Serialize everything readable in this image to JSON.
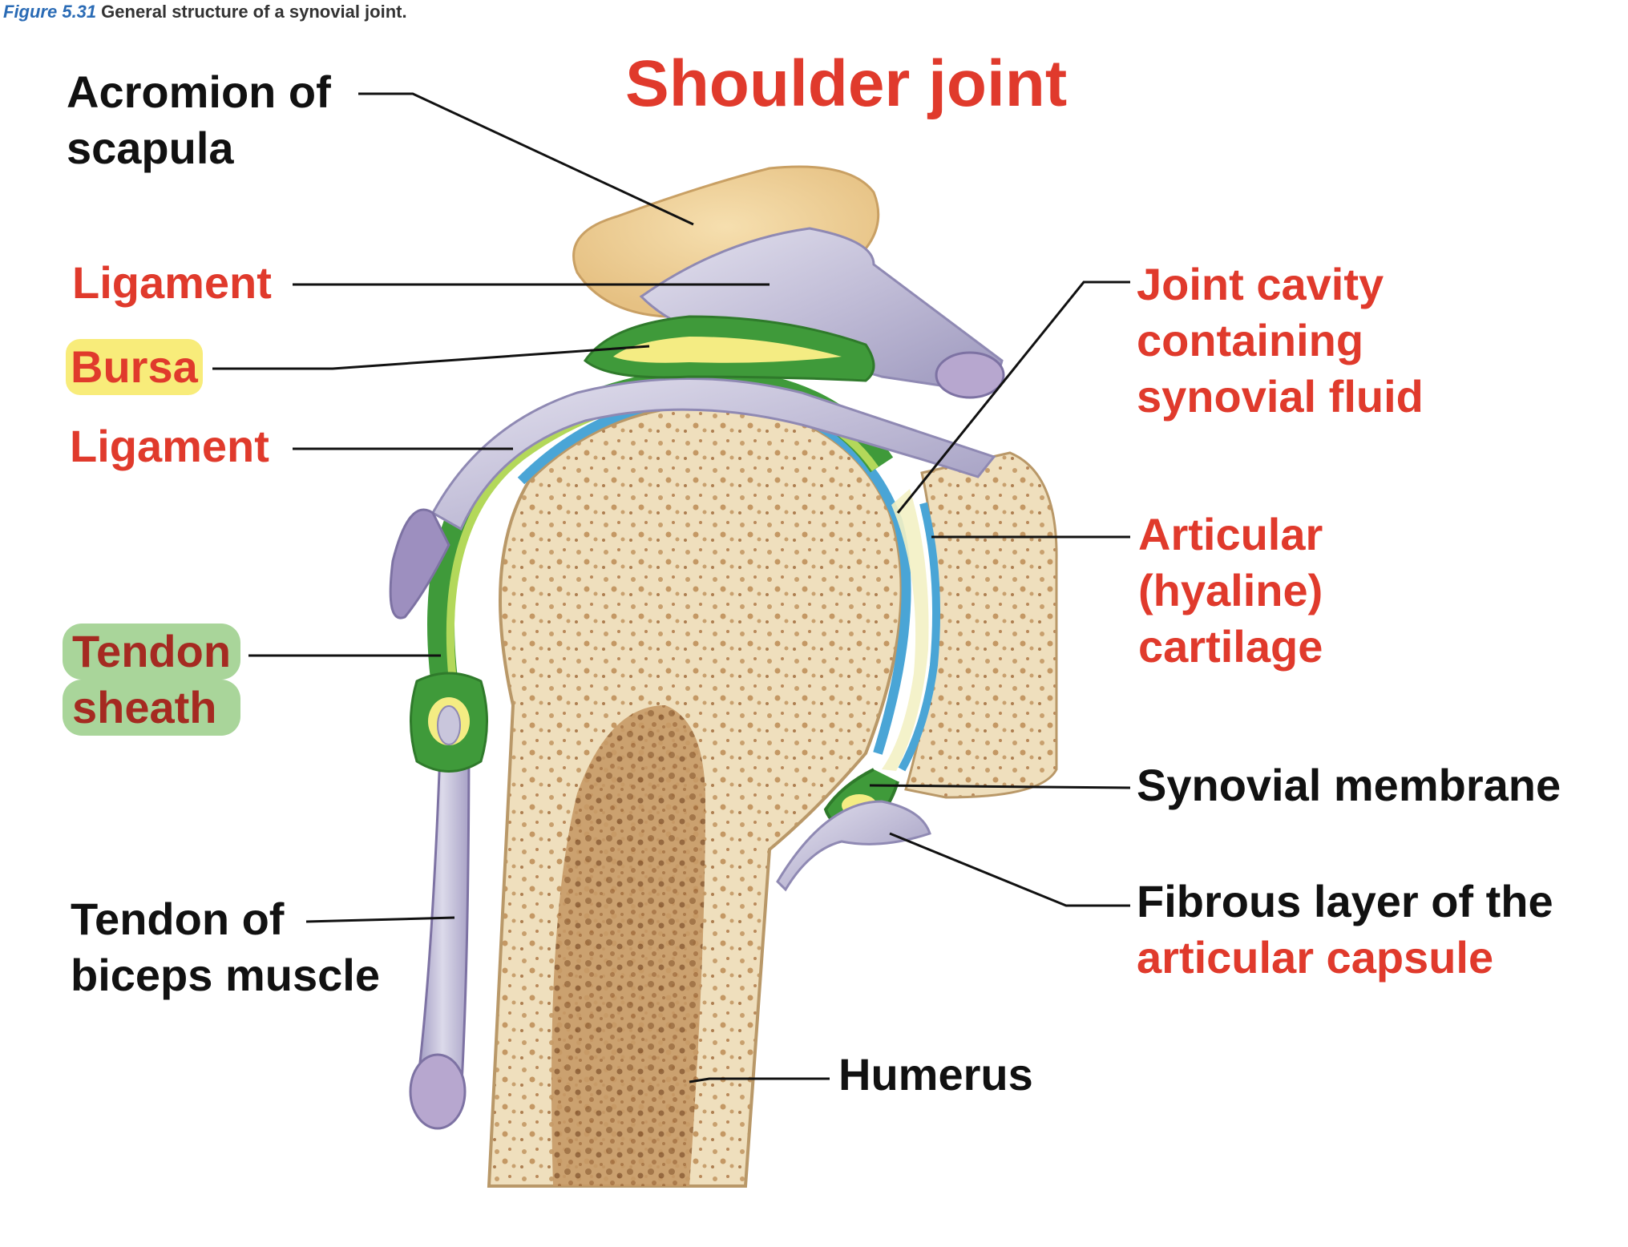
{
  "caption": {
    "figure_number": "Figure 5.31",
    "text": "General structure of a synovial joint."
  },
  "title": "Shoulder joint",
  "labels": {
    "acromion": [
      "Acromion of",
      "scapula"
    ],
    "ligament_upper": "Ligament",
    "bursa": "Bursa",
    "ligament_lower": "Ligament",
    "tendon_sheath": [
      "Tendon",
      "sheath"
    ],
    "biceps_tendon": [
      "Tendon of",
      "biceps muscle"
    ],
    "joint_cavity": [
      "Joint cavity",
      "containing",
      "synovial fluid"
    ],
    "articular_cartilage": [
      "Articular",
      "(hyaline)",
      "cartilage"
    ],
    "synovial_membrane": "Synovial membrane",
    "fibrous_layer": [
      "Fibrous layer of the",
      "articular capsule"
    ],
    "humerus": "Humerus"
  },
  "colors": {
    "label_red": "#e03a2c",
    "label_dark_red": "#a52a21",
    "label_black": "#111111",
    "highlight_yellow": "#f8ec7a",
    "highlight_green": "#a9d59a",
    "bone": "#f1e3c4",
    "acromion": "#f0d49c",
    "ligament": "#c9c6dc",
    "synovial_membrane": "#3f9a3a",
    "cartilage": "#4aa5d6",
    "bursa_fluid": "#f4ec83"
  }
}
